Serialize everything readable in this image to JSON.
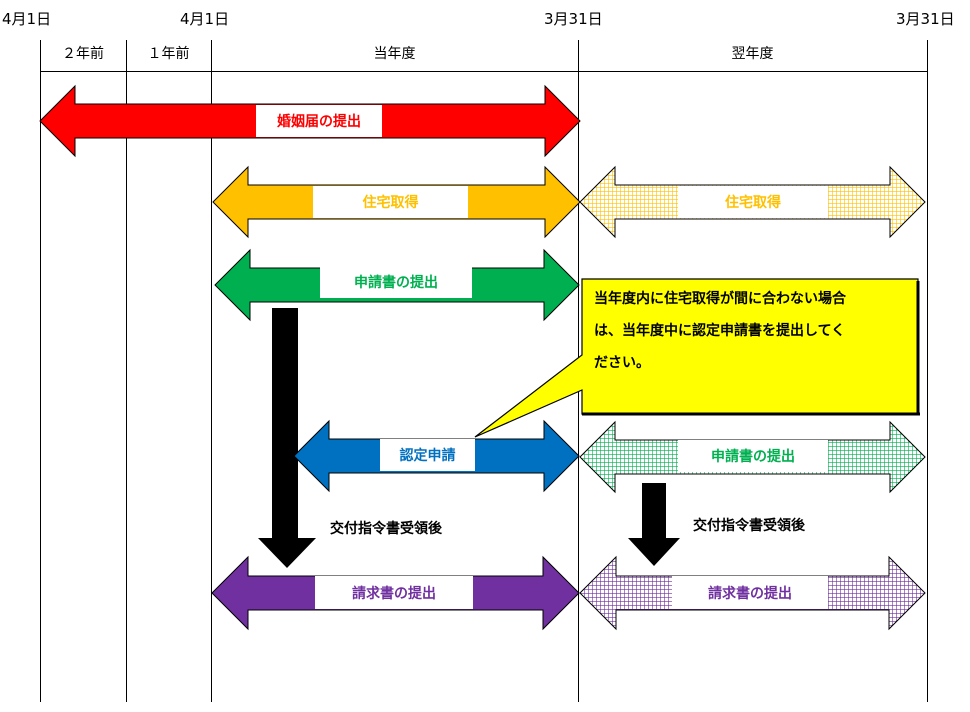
{
  "dates": {
    "d1": "4月1日",
    "d2": "4月1日",
    "d3": "3月31日",
    "d4": "3月31日"
  },
  "columns": {
    "two_years_before": "２年前",
    "one_year_before": "１年前",
    "current_year": "当年度",
    "next_year": "翌年度"
  },
  "arrows": {
    "marriage": "婚姻届の提出",
    "housing_current": "住宅取得",
    "housing_next": "住宅取得",
    "application_current": "申請書の提出",
    "certification": "認定申請",
    "application_next": "申請書の提出",
    "claim_current": "請求書の提出",
    "claim_next": "請求書の提出"
  },
  "after_notice": {
    "current": "交付指令書受領後",
    "next": "交付指令書受領後"
  },
  "callout": {
    "lines": [
      "当年度内に住宅取得が間に合わない場合",
      "は、当年度中に認定申請書を提出してく",
      "ださい。"
    ]
  },
  "colors": {
    "red": "#ff0000",
    "orange": "#ffc000",
    "green": "#00b050",
    "blue": "#0070c0",
    "purple": "#7030a0",
    "callout_fill": "#ffff00"
  }
}
